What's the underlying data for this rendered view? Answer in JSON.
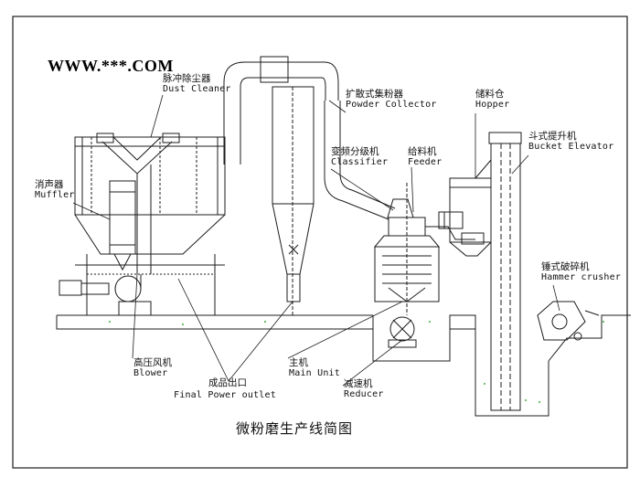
{
  "watermark": "WWW.***.COM",
  "title": "微粉磨生产线简图",
  "labels": {
    "dust_cleaner": {
      "zh": "脉冲除尘器",
      "en": "Dust Cleaner"
    },
    "powder_collector": {
      "zh": "扩散式集粉器",
      "en": "Powder Collector"
    },
    "hopper": {
      "zh": "储料仓",
      "en": "Hopper"
    },
    "bucket_elevator": {
      "zh": "斗式提升机",
      "en": "Bucket Elevator"
    },
    "classifier": {
      "zh": "变频分级机",
      "en": "Classifier"
    },
    "feeder": {
      "zh": "给料机",
      "en": "Feeder"
    },
    "muffler": {
      "zh": "消声器",
      "en": "Muffler"
    },
    "hammer_crusher": {
      "zh": "锤式破碎机",
      "en": "Hammer crusher"
    },
    "blower": {
      "zh": "高压风机",
      "en": "Blower"
    },
    "main_unit": {
      "zh": "主机",
      "en": "Main Unit"
    },
    "reducer": {
      "zh": "减速机",
      "en": "Reducer"
    },
    "final_outlet": {
      "zh": "成品出口",
      "en": "Final Power outlet"
    }
  },
  "colors": {
    "line": "#1c1c1c",
    "background": "#ffffff",
    "ground_dots": "#3fae3f"
  }
}
